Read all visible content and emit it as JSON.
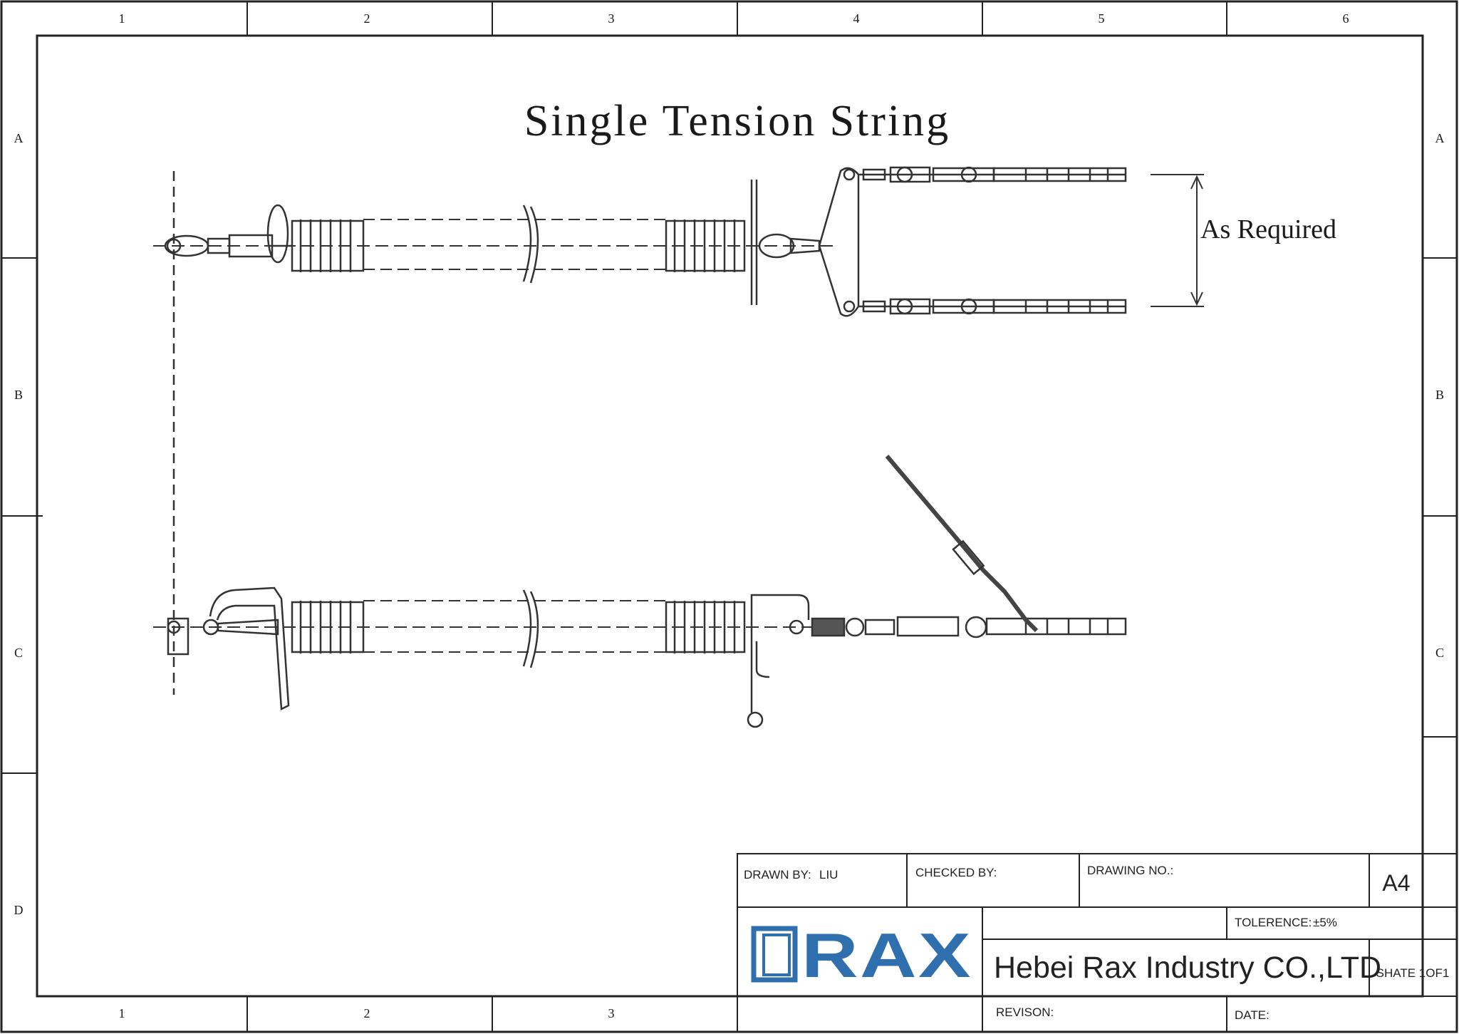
{
  "title": "Single Tension String",
  "dimension_label": "As Required",
  "grid": {
    "columns": [
      "1",
      "2",
      "3",
      "4",
      "5",
      "6"
    ],
    "rows": [
      "A",
      "B",
      "C",
      "D"
    ]
  },
  "title_block": {
    "drawn_by_label": "DRAWN BY:",
    "drawn_by_value": "LIU",
    "checked_by_label": "CHECKED BY:",
    "drawing_no_label": "DRAWING NO.:",
    "size": "A4",
    "tolerance_label": "TOLERENCE:",
    "tolerance_value": "±5%",
    "logo_text": "RAX",
    "company": "Hebei Rax Industry CO.,LTD",
    "sheet": "SHATE 1OF1",
    "revision_label": "REVISON:",
    "date_label": "DATE:"
  },
  "colors": {
    "ink": "#222222",
    "brand_blue": "#2f6fae"
  }
}
